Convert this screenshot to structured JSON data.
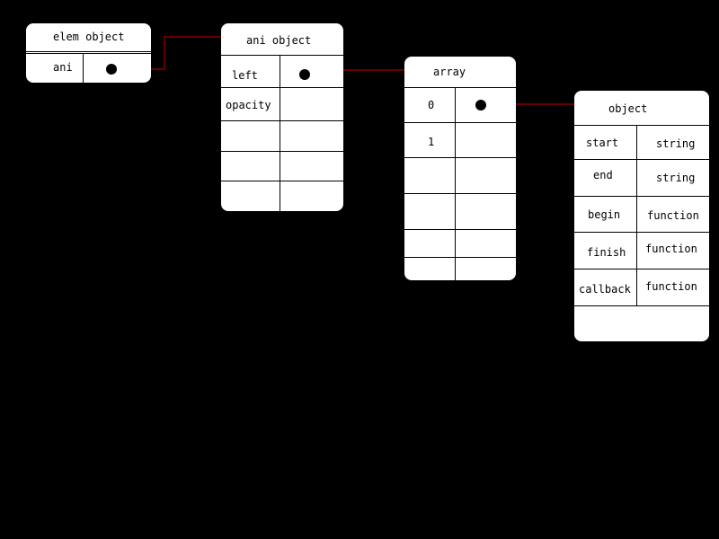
{
  "colors": {
    "background": "#000000",
    "box": "#ffffff",
    "connector": "#cc0000"
  },
  "elem_object": {
    "title": "elem object",
    "rows": [
      {
        "key": "ani"
      }
    ]
  },
  "ani_object": {
    "title": "ani object",
    "rows": [
      {
        "key": "left"
      },
      {
        "key": "opacity"
      }
    ]
  },
  "array": {
    "title": "array",
    "rows": [
      {
        "key": "0"
      },
      {
        "key": "1"
      }
    ]
  },
  "object": {
    "title": "object",
    "rows": [
      {
        "key": "start",
        "value": "string"
      },
      {
        "key": "end",
        "value": "string"
      },
      {
        "key": "begin",
        "value": "function"
      },
      {
        "key": "finish",
        "value": "function"
      },
      {
        "key": "callback",
        "value": "function"
      }
    ]
  }
}
